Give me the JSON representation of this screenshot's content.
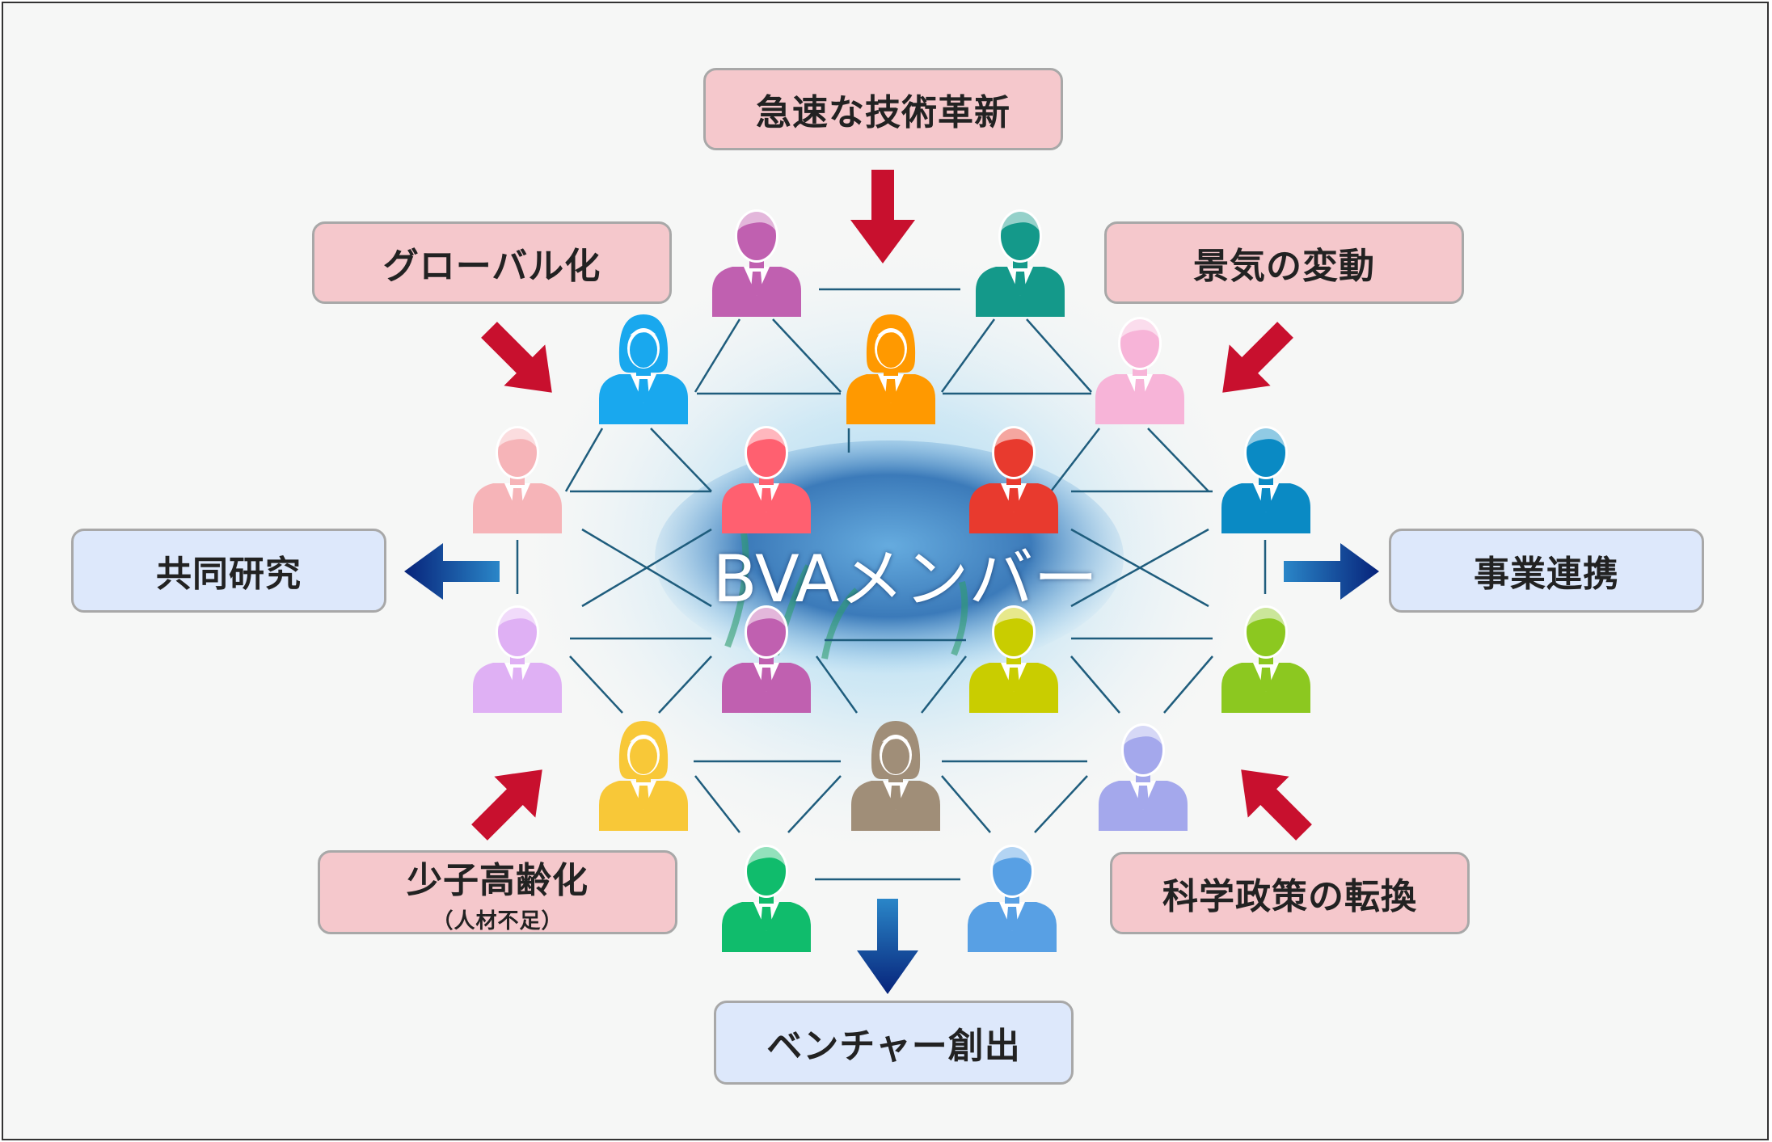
{
  "center_label": "BVAメンバー",
  "influences": {
    "top": "急速な技術革新",
    "top_left": "グローバル化",
    "top_right": "景気の変動",
    "bottom_left_title": "少子高齢化",
    "bottom_left_sub": "（人材不足）",
    "bottom_right": "科学政策の転換"
  },
  "outcomes": {
    "left": "共同研究",
    "right": "事業連携",
    "bottom": "ベンチャー創出"
  },
  "colors": {
    "influence_box": "#f5c8cc",
    "outcome_box": "#dde8fb",
    "influence_arrow": "#c8102e",
    "outcome_arrow": "#0b2f8a",
    "network_line": "#1f5d7d"
  },
  "members": [
    {
      "color": "#c060b0",
      "type": "man",
      "icon": "businessman-icon"
    },
    {
      "color": "#14998a",
      "type": "man",
      "icon": "businessman-icon"
    },
    {
      "color": "#19a8ee",
      "type": "woman",
      "icon": "businesswoman-icon"
    },
    {
      "color": "#ff9900",
      "type": "woman",
      "icon": "businesswoman-icon"
    },
    {
      "color": "#f7b4d8",
      "type": "man",
      "icon": "businessman-icon"
    },
    {
      "color": "#f6b4b8",
      "type": "man",
      "icon": "businessman-icon"
    },
    {
      "color": "#ff6070",
      "type": "man",
      "icon": "businessman-icon"
    },
    {
      "color": "#e83a2e",
      "type": "man",
      "icon": "businessman-icon"
    },
    {
      "color": "#0a8ac4",
      "type": "man",
      "icon": "businessman-icon"
    },
    {
      "color": "#dfb0f4",
      "type": "man",
      "icon": "businessman-icon"
    },
    {
      "color": "#c060b0",
      "type": "man",
      "icon": "businessman-icon"
    },
    {
      "color": "#c9cd00",
      "type": "man",
      "icon": "businessman-icon"
    },
    {
      "color": "#8cc820",
      "type": "man",
      "icon": "businessman-icon"
    },
    {
      "color": "#f8c838",
      "type": "woman",
      "icon": "businesswoman-icon"
    },
    {
      "color": "#a08e78",
      "type": "woman",
      "icon": "businesswoman-icon"
    },
    {
      "color": "#a4a8ec",
      "type": "man",
      "icon": "businessman-icon"
    },
    {
      "color": "#10bc6c",
      "type": "man",
      "icon": "businessman-icon"
    },
    {
      "color": "#58a0e4",
      "type": "man",
      "icon": "businessman-icon"
    }
  ]
}
